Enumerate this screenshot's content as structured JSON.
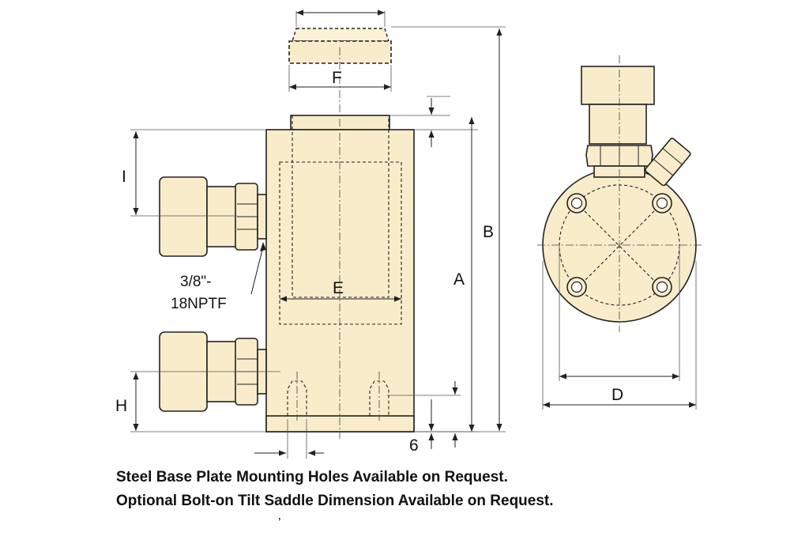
{
  "dimension_labels": {
    "a": "A",
    "b": "B",
    "d": "D",
    "e": "E",
    "f": "F",
    "h": "H",
    "i": "I",
    "six": "6"
  },
  "thread_label": {
    "line1": "3/8\"-",
    "line2": "18NPTF"
  },
  "notes": [
    "Steel Base Plate Mounting Holes Available on Request.",
    "Optional Bolt-on Tilt Saddle Dimension Available on Request."
  ],
  "stray_mark": "’",
  "colors": {
    "body_fill": "#f8eccb",
    "outline": "#222222",
    "background": "#ffffff"
  }
}
